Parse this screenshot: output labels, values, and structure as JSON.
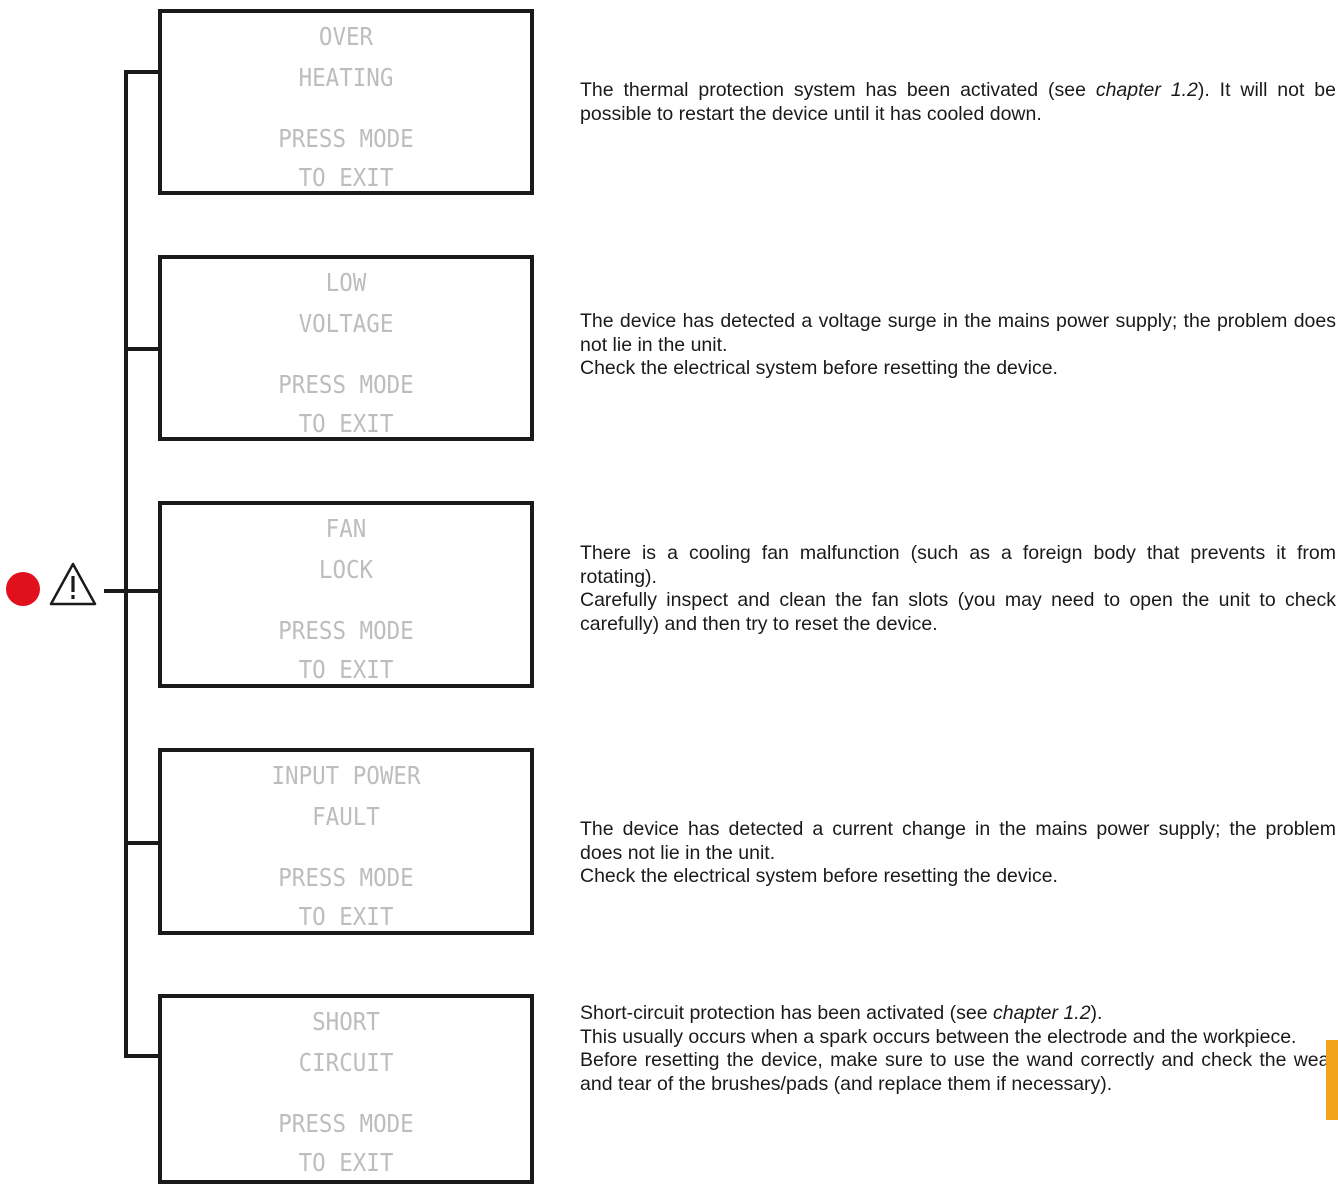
{
  "colors": {
    "alert_dot": "#e0101c",
    "tab": "#f3a31b",
    "lcd_text": "#bdbdbd"
  },
  "icons": {
    "alert": "red-dot-icon",
    "warning": "warning-triangle-icon"
  },
  "errors": [
    {
      "lines": [
        "OVER",
        "HEATING",
        "PRESS MODE",
        "TO EXIT"
      ],
      "description": [
        {
          "pre": "The thermal protection system has been activated (see ",
          "em": "chapter 1.2",
          "post": "). It will not be possible to restart the device until it has cooled down."
        }
      ]
    },
    {
      "lines": [
        "LOW",
        "VOLTAGE",
        "PRESS MODE",
        "TO EXIT"
      ],
      "description": [
        {
          "pre": "The device has detected a voltage surge in the mains power supply; the problem does not lie in the unit."
        },
        {
          "pre": "Check the electrical system before resetting the device."
        }
      ]
    },
    {
      "lines": [
        "FAN",
        "LOCK",
        "PRESS MODE",
        "TO EXIT"
      ],
      "description": [
        {
          "pre": "There is a cooling fan malfunction (such as a foreign body that prevents it from rotating)."
        },
        {
          "pre": "Carefully inspect and clean the fan slots (you may need to open the unit to check carefully) and then try to reset the device."
        }
      ]
    },
    {
      "lines": [
        "INPUT POWER",
        "FAULT",
        "PRESS MODE",
        "TO EXIT"
      ],
      "description": [
        {
          "pre": "The device has detected a current change in the mains power supply; the problem does not lie in the unit."
        },
        {
          "pre": "Check the electrical system before resetting the device."
        }
      ]
    },
    {
      "lines": [
        "SHORT",
        "CIRCUIT",
        "PRESS MODE",
        "TO EXIT"
      ],
      "description": [
        {
          "pre": "Short-circuit protection has been activated (see ",
          "em": "chapter 1.2",
          "post": ")."
        },
        {
          "pre": "This usually occurs when a spark occurs between the electrode and the workpiece."
        },
        {
          "pre": "Before resetting the device, make sure to use the wand correctly and check the wear and tear of the brushes/pads (and replace them if necessary)."
        }
      ]
    }
  ]
}
